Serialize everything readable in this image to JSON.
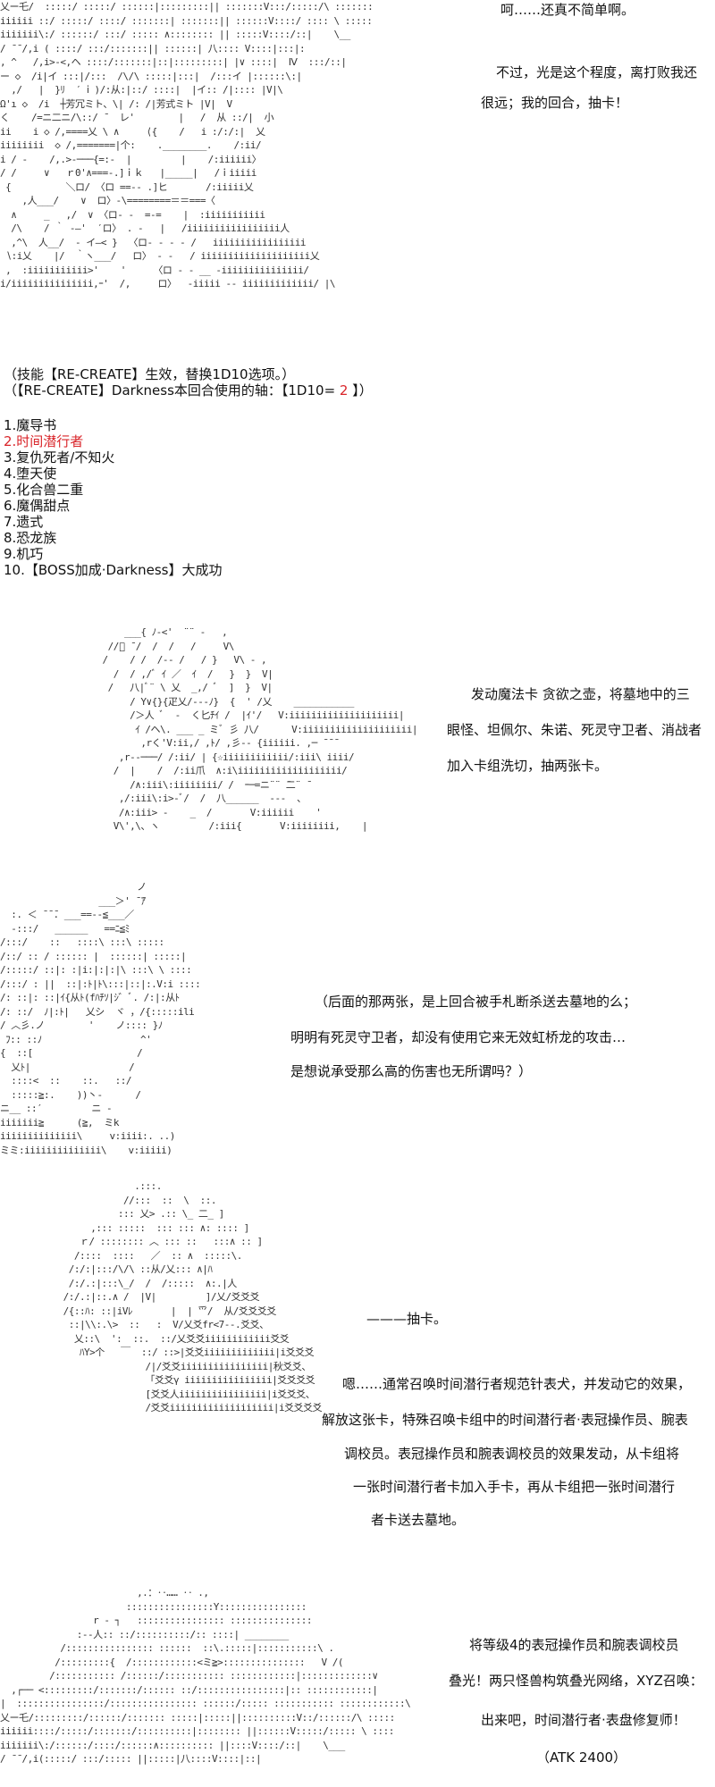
{
  "panel1": {
    "art": [
      "乂ー乇/  :::::/ :::::/ ::::::|:::::::::|| :::::::V:::/:::::/\\ :::::::",
      "iiiiii ::/ :::::/ ::::/ :::::::| :::::::|| ::::::V::::/ :::: \\ :::::",
      "iiiiiii\\:/ ::::::/ :::/ ::::: ∧:::::::: || :::::V::::/::|    \\__",
      "/ ̄ ̄ /,i ( ::::/ :::/:::::::|| ::::::| 八:::: V::::|:::|:",
      ", ^   /,i>-<,ヘ ::::/:::::::|::|:::::::::| |∨ ::::|  Ⅳ  :::/::|",
      "ー ◇  /i|イ :::|/:::  /\\/\\ :::::|:::|  /:::イ |::::::\\:|",
      "  ,/   |  }ﾘ  ′ ⅰ )/:从:|::/ ::::|  |イ:: /|:::: |V|\\",
      "Ω'ı ◇  /i  ┼芳冗ミト、\\| /: /|芳式ミト |V|  V",
      "く    /=ニ二ニ/\\::/ ̄   レ'        |   /  从 ::/|  小",
      "ii    i ◇ /,====乂 \\ ∧     ⟨{    /   i :/:/:|  乂",
      "iiiiiiii  ◇ /,=======|个:    .________.    /:ii/",
      "i / ‐    /,.>-───{=:-  |         |    /:iiiiii〉",
      "/ /     ∨   ｒ0'∧===-.]ｉｋ   |_____|   /ｉiiiii",
      " {          ＼ロ/ 〈ロ ==-- .]ヒ       /:iiiii乂",
      "    ,人___/    ∨  ロ〉-\\========＝＝===〈",
      "  ∧     _   ,/  ∨ 〈ロ- ‐  =‐=    |  :iiiiiiiiiii",
      "  /\\    / ｀ -―'  ′ロ〉 . -   |   /iiiiiiiiiiiiiiiii人",
      "  ,^\\  人__/  ‐ イ―< }  〈ロ- - - - /   iiiiiiiiiiiiiiiii",
      " ∖:i乂    |/  ｀ヽ___/   ロ〉 - -   / iiiiiiiiiiiiiiiiiiii乂",
      " ,  :iiiiiiiiiii>'    '     〈ロ - - __ -iiiiiiiiiiiiiii/",
      "i/iiiiiiiiiiiiiii,ｰ'  /,     ロ〉  -iiiii -- iiiiiiiiiiiii/ |\\"
    ],
    "lines": [
      "呵……还真不简单啊。",
      "不过，光是这个程度，离打败我还",
      "很远；我的回合，抽卡！"
    ]
  },
  "skill": {
    "line1": "（技能【RE-CREATE】生效，替换1D10选项。）",
    "line2_prefix": "（【RE-CREATE】Darkness本回合使用的轴：【1D10= ",
    "roll": "2",
    "line2_suffix": " 】）",
    "options": [
      "1.魔导书",
      "2.时间潜行者",
      "3.复仇死者/不知火",
      "4.堕天使",
      "5.化合兽二重",
      "6.魔偶甜点",
      "7.遗式",
      "8.恐龙族",
      "9.机巧",
      "10.【BOSS加成·Darkness】大成功"
    ],
    "selected_index": 1,
    "highlight_color": "#d9252a"
  },
  "panel2": {
    "art": [
      "        ___{ ﾉ-<'  ¨¨ ‐   ,",
      "     //ﾞ ̄ /  /  /   /     V\\",
      "    /    / /  /‐- /   / }   V\\ ‐ ,",
      "      /  / ,/ﾞ ｲ ／  ｲ  /   }  }  V|",
      "     /   八|ﾞ¨ \\ 乂  _,/ ﾞ  ]  }  V|",
      "         / Υ∨{}{疋乂/‐-‐ﾉ}  {  ' /乂    ___________",
      "         /＞人 ﾞ  -  く匕ﾁｲ /  |ｲ'/   V:iiiiiiiiiiiiiiiiiiii|",
      "          ｲ /ヘ\\. ___ _ ミﾞ 彡 八/      V:iiiiiiiiiiiiiiiiiiii|",
      "           ,rく'V:ii,/ ,ﾄ/ ,彡-- {iiiiii. ,─ ̄ ̄ ̄",
      "       ,r‐‐───/ /:ii/ | {☆iiiiiiiiiiii/:iii\\ iiii/",
      "      /  |    /  /:ii爪  ∧:i\\iiiiiiiiiiiiiiiiiii/",
      "         /∧:iii\\:iiiiiiii/ /  ｰ─=ニ¨¨ ̄二¨ ̄",
      "       ,/:iii\\:i>-ﾞ/  /  八______  ---  、",
      "       /∧:iii> ‐    _  /       V:iiiiii    '",
      "      V\\',\\、ヽ         /:iii{       V:iiiiiiii,    |"
    ],
    "lines": [
      "发动魔法卡 贪欲之壶，将墓地中的三",
      "眼怪、坦佩尔、朱诺、死灵守卫者、消战者",
      "加入卡组洗切，抽两张卡。"
    ]
  },
  "panel3": {
    "art": [
      "                         ノ",
      "                  ___＞' ̄ ̄ｱ",
      "  :. ＜ ̄ ̄ ̄. ___==--≦___／",
      "  -:::/   ______   ==ﾆ≦ﾐ",
      "/:::/    ::   ::::\\ :::\\ :::::",
      "/::/ :: / :::::: |  ::::::| :::::|",
      "/:::::/ ::|: :|i:|:|:|\\ :::\\ \\ ::::",
      "/:::/ : ||  ::|:ﾄ|ﾄ\\:::|::|:.V:i ::::",
      "/: ::|: ::|ｲ{从ﾄ(fﾊﾁｿ|ｼ゛ﾞ. /:|:从ﾄ",
      "/: ::/  ﾉ|:ﾄ|   乂シ  ヾ ，/{:::::ili",
      "/ ︿彡.ノ        '    ノ:::: }ﾉ",
      " ﾌ:: ::ﾉ                  ^'",
      "{  ::[                   /",
      "  乂ﾄ|                  /",
      "  ::::<  ::    ::.   ::/",
      "  :::::≧:.    ))丶-      /",
      "ニ__ ::′         ニ -",
      "iiiiiii≧      (≧,  ミk",
      "iiiiiiiiiiiiii\\     v:iiii:. ..)",
      "ミミ:iiiiiiiiiiiiii\\    v:iiiii)"
    ],
    "lines": [
      "（后面的那两张，是上回合被手札断杀送去墓地的么；",
      "明明有死灵守卫者，却没有使用它来无效虹桥龙的攻击…",
      "是想说承受那么高的伤害也无所谓吗？）"
    ]
  },
  "panel4": {
    "art": [
      "                  .:::.",
      "                //:::  ::  \\  ::.",
      "               ::: 乂> .:: \\_ 二_ ]",
      "          ,::: :::::  ::: ::: ∧: :::: ]",
      "        ｒ/ :::::::: ︿ ::: ::   :::∧ :: ]",
      "       /::::  ::::   ／  :: ∧  :::::\\.",
      "      /:/:|:::/\\/\\ ::从/乂::: ∧|ﾊ",
      "      /:/.:|:::\\_/  /  /:::::  ∧:.|人",
      "     /:/.:|::.∧ /  |V|         ]/乂/爻爻爻",
      "     /{::ﾊ: ::|iVﾚ       |  | 爫/  从/爻爻爻爻",
      "      ::|\\\\:.\\>  ::   :  V/乂爻fr<7‐‐.爻爻、",
      "       乂::\\  ':  ::.  ::/乂爻爻iiiiiiiiiiii爻爻",
      "        ﾊY>个   ￣  ::/ ::>|爻爻iiiiiiiiiiiii|i爻爻爻",
      "                    /|/爻爻iiiiiiiiiiiiiiii|秋爻爻、",
      "                    「爻爻γ iiiiiiiiiiiiiiii|爻爻爻爻",
      "                    [爻爻人iiiiiiiiiiiiiiii|i爻爻爻、",
      "                    /爻爻iiiiiiiiiiiiiiiiiii|i爻爻爻爻"
    ],
    "lines": [
      "———抽卡。",
      "嗯……通常召唤时间潜行者规范针表犬，并发动它的效果，",
      "解放这张卡，特殊召唤卡组中的时间潜行者·表冠操作员、腕表",
      "调校员。表冠操作员和腕表调校员的效果发动，从卡组将",
      "一张时间潜行者卡加入手卡，再从卡组把一张时间潜行",
      "者卡送去墓地。"
    ]
  },
  "panel5": {
    "art": [
      "                         ,.：‥…… ‥ .,",
      "                       ::::::::::::::::Y::::::::::::::::",
      "                 r ‐ ┐   :::::::::::::::: :::::::::::::::",
      "              :--人:: ::/::::::::::/:: ::::| ________",
      "           /:::::::::::::::: ::::::  ::\\.:::::|:::::::::::\\ .",
      "          /:::::::::{  /::::::::::::<ミ≧>:::::::::::::::   V /(",
      "         /::::::::::: /::::::/::::::::::: ::::::::::::|:::::::::::::∨ ",
      "  ,┌── <:::::::::/:::::::/:::::: ::/::::::::::::::::|:: ::::::::::::|",
      "|  ::::::::::::::::/:::::::::::::::: ::::::/::::: ::::::::::: ::::::::::::\\",
      "乂ー乇/:::::::::/::::::/::::::: :::::|:::::||::::::::::V::/::::::/\\ :::::",
      "iiiiii::::/:::::/:::::::/::::::::::|:::::::: ||::::::V:::::/::::: \\ ::::",
      "iiiiiii\\:/::::::/::::/::::::∧:::::::::: ||::::V::::/::|    \\___",
      "/ ̄ ̄ /,i(:::::/ :::/::::: ||:::::|八::::V::::|::|"
    ],
    "lines": [
      "将等级4的表冠操作员和腕表调校员",
      "叠光！两只怪兽构筑叠光网络，XYZ召唤：",
      "出来吧，时间潜行者·表盘修复师！",
      "（ATK 2400）"
    ]
  }
}
